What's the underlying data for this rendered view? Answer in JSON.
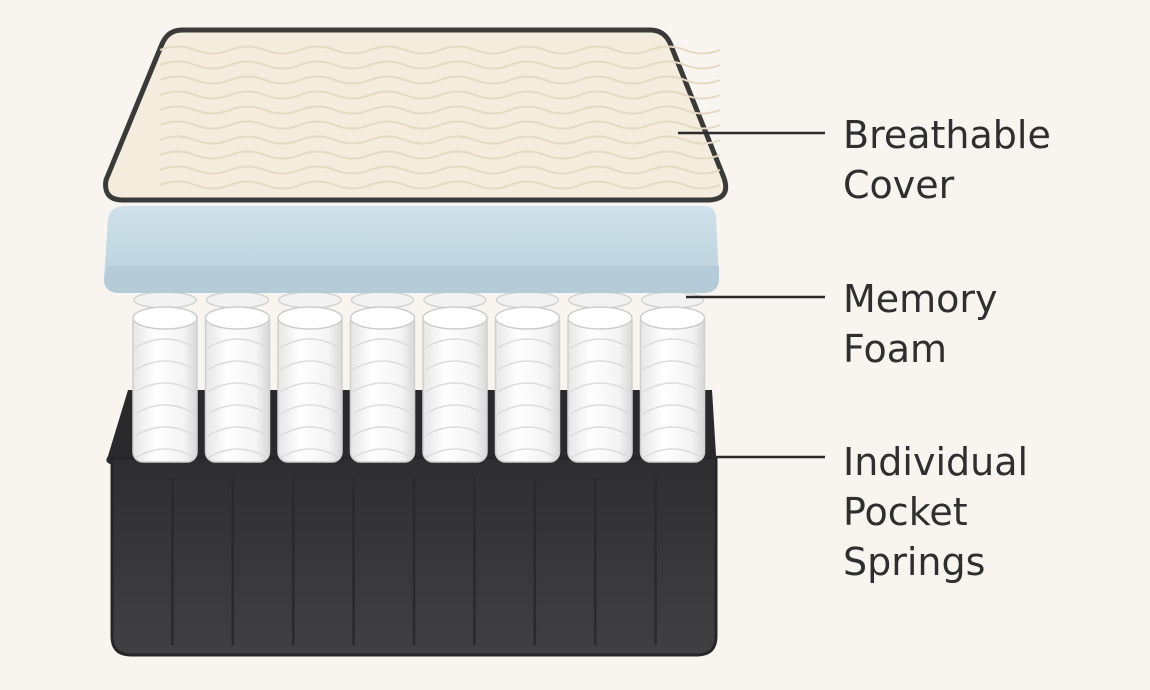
{
  "labels": {
    "cover": [
      "Breathable",
      "Cover"
    ],
    "foam": [
      "Memory",
      "Foam"
    ],
    "springs": [
      "Individual",
      "Pocket",
      "Springs"
    ]
  },
  "colors": {
    "background": "#f8f5f1",
    "cover_fill": "#f4ecdc",
    "cover_outline": "#3a3a3a",
    "foam_fill": "#c9dce6",
    "spring_fill": "#ffffff",
    "base_fill": "#3c3c3e",
    "leader_line": "#2b2b2b",
    "text": "#2f2f2f"
  },
  "components": {
    "spring_columns": 8
  }
}
